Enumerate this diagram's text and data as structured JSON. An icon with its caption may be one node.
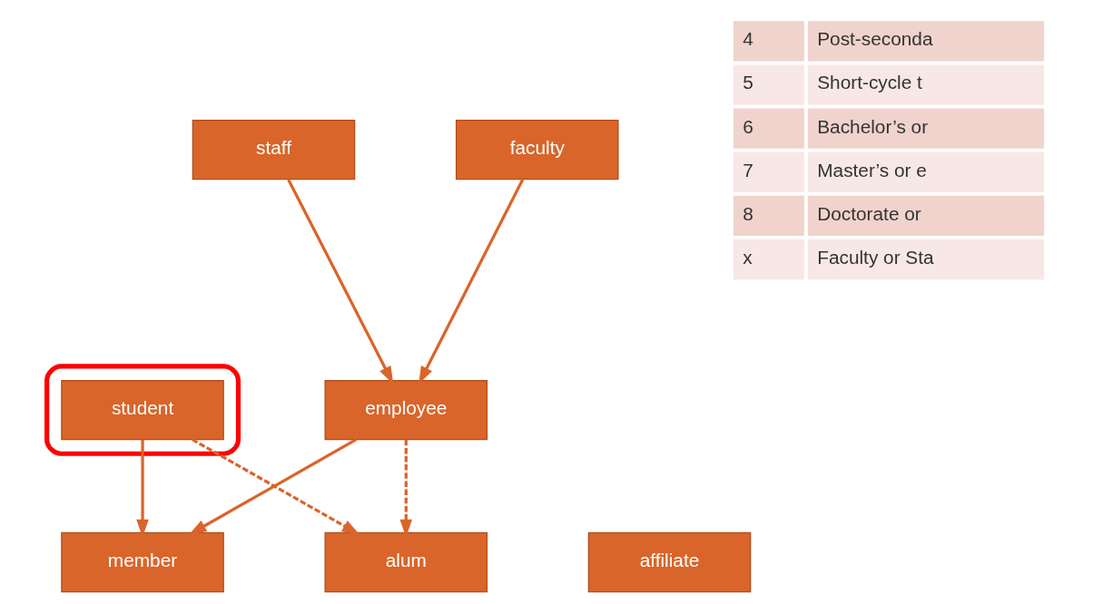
{
  "diagram": {
    "nodes": [
      {
        "text": [
          "staff"
        ]
      },
      {
        "text": [
          "faculty"
        ]
      },
      {
        "text": [],
        "shape": "box"
      },
      {
        "text": [
          "student"
        ],
        "in": 2
      },
      {
        "text": [
          "employee"
        ]
      },
      {
        "text": [
          "member"
        ]
      },
      {
        "text": [
          "alum"
        ]
      },
      {
        "text": [
          "affiliate"
        ]
      }
    ],
    "edges": [
      {
        "from": 0,
        "to": 4,
        "arrow": "to"
      },
      {
        "from": 1,
        "to": 4,
        "arrow": "to"
      },
      {
        "from": 3,
        "to": 5,
        "arrow": "to"
      },
      {
        "from": 4,
        "to": 5,
        "arrow": "to"
      },
      {
        "from": 3,
        "to": 6,
        "arrow": "to",
        "style": "dashed"
      },
      {
        "from": 4,
        "to": 6,
        "arrow": "to",
        "style": "dashed"
      }
    ],
    "labels": [
      "4",
      "Post-seconda",
      "5",
      "Short-cycle t",
      "6",
      "Bachelor’s or",
      "7",
      "Master’s or e",
      "8",
      "Doctorate or",
      "x",
      "Faculty or Sta"
    ]
  }
}
